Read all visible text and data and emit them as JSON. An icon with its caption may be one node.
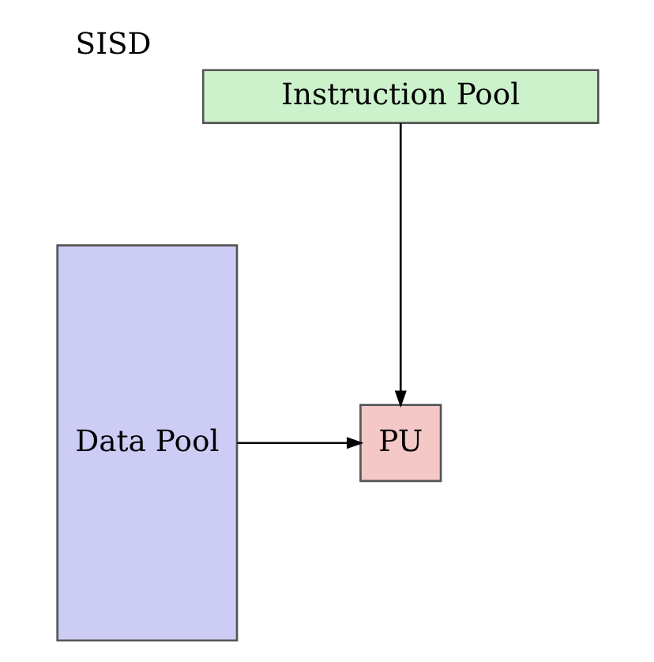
{
  "diagram": {
    "title": "SISD",
    "nodes": [
      {
        "text": [
          "Instruction Pool"
        ]
      },
      {
        "text": [
          "Data Pool"
        ]
      },
      {
        "text": [
          "PU"
        ]
      }
    ],
    "edges": [
      {
        "from": 0,
        "to": 2,
        "arrow": "to"
      },
      {
        "from": 1,
        "to": 2,
        "arrow": "to"
      }
    ]
  }
}
